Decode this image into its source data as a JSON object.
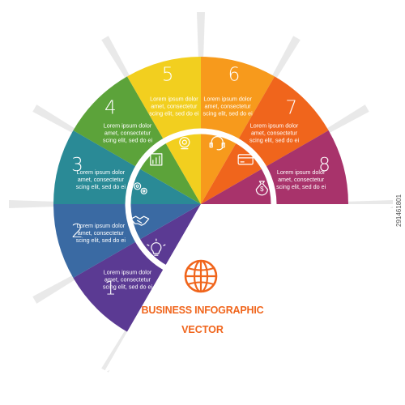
{
  "segments": [
    {
      "number": "1",
      "color": "#5b3a93",
      "text": [
        "Lorem ipsum dolor",
        "amet, consectetur",
        "scing elit, sed do ei"
      ],
      "icon": "lightbulb-icon"
    },
    {
      "number": "2",
      "color": "#3a6aa3",
      "text": [
        "Lorem ipsum dolor",
        "amet, consectetur",
        "scing elit, sed do ei"
      ],
      "icon": "handshake-icon"
    },
    {
      "number": "3",
      "color": "#2a8a96",
      "text": [
        "Lorem ipsum dolor",
        "amet, consectetur",
        "scing elit, sed do ei"
      ],
      "icon": "gears-icon"
    },
    {
      "number": "4",
      "color": "#5ca33a",
      "text": [
        "Lorem ipsum dolor",
        "amet, consectetur",
        "scing elit, sed do ei"
      ],
      "icon": "bar-chart-icon"
    },
    {
      "number": "5",
      "color": "#f2cf1f",
      "text": [
        "Lorem ipsum dolor",
        "amet, consectetur",
        "scing elit, sed do ei"
      ],
      "icon": "webcam-icon"
    },
    {
      "number": "6",
      "color": "#f79a1c",
      "text": [
        "Lorem ipsum dolor",
        "amet, consectetur",
        "scing elit, sed do ei"
      ],
      "icon": "headset-icon"
    },
    {
      "number": "7",
      "color": "#f0651c",
      "text": [
        "Lorem ipsum dolor",
        "amet, consectetur",
        "scing elit, sed do ei"
      ],
      "icon": "credit-card-icon"
    },
    {
      "number": "8",
      "color": "#a8336b",
      "text": [
        "Lorem ipsum dolor",
        "amet, consectetur",
        "scing elit, sed do ei"
      ],
      "icon": "money-bag-icon"
    }
  ],
  "center_icon": "globe-icon",
  "title": "BUSINESS INFOGRAPHIC",
  "subtitle": "VECTOR",
  "colors": {
    "accent": "#f0651c",
    "globe": "#f0651c",
    "ring": "#ffffff",
    "shadow": "#bfbfbf"
  },
  "stock_id": "291461801"
}
